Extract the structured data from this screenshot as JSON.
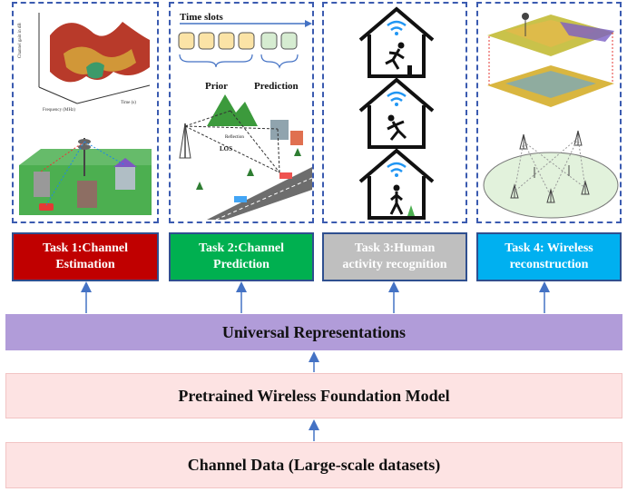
{
  "colors": {
    "task1": "#c00000",
    "task2": "#00b050",
    "task3": "#bfbfbf",
    "task4": "#00b0f0",
    "universal": "#b19cd9",
    "pink": "#fde3e3",
    "arrow": "#4472c4",
    "panel_border": "#3b5bb0"
  },
  "panels": {
    "task2": {
      "time_slots": "Time slots",
      "prior": "Prior",
      "prediction": "Prediction",
      "los": "LOS",
      "reflection": "Reflection"
    }
  },
  "tasks": [
    {
      "label": "Task 1:Channel Estimation"
    },
    {
      "label": "Task 2:Channel Prediction"
    },
    {
      "label": "Task 3:Human activity recognition"
    },
    {
      "label": "Task 4: Wireless reconstruction"
    }
  ],
  "layers": {
    "universal": "Universal Representations",
    "model": "Pretrained Wireless Foundation Model",
    "data": "Channel Data (Large-scale datasets)"
  },
  "icons": [
    "3d-surface-plot-icon",
    "city-tower-icon",
    "timeline-icon",
    "urban-propagation-icon",
    "house-wifi-running-icon",
    "house-wifi-falling-icon",
    "house-wifi-walking-icon",
    "3d-map-icon",
    "sensor-network-icon"
  ]
}
